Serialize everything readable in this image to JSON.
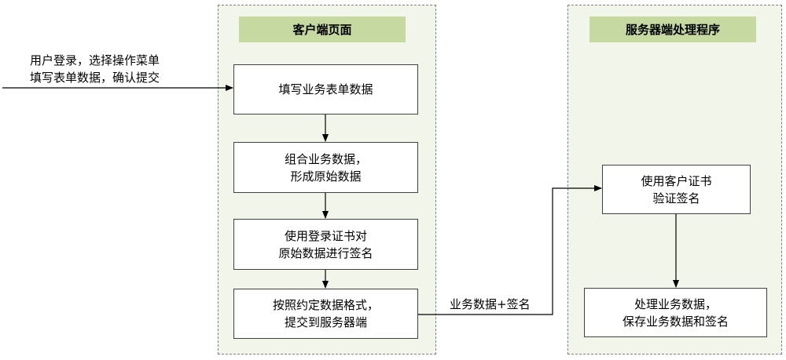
{
  "client_panel": {
    "title": "客户端页面",
    "steps": [
      "填写业务表单数据",
      "组合业务数据，\n形成原始数据",
      "使用登录证书对\n原始数据进行签名",
      "按照约定数据格式，\n提交到服务器端"
    ]
  },
  "server_panel": {
    "title": "服务器端处理程序",
    "steps": [
      "使用客户证书\n验证签名",
      "处理业务数据，\n保存业务数据和签名"
    ]
  },
  "input_label": "用户登录，选择操作菜单\n填写表单数据，确认提交",
  "transfer_label": "业务数据+签名"
}
